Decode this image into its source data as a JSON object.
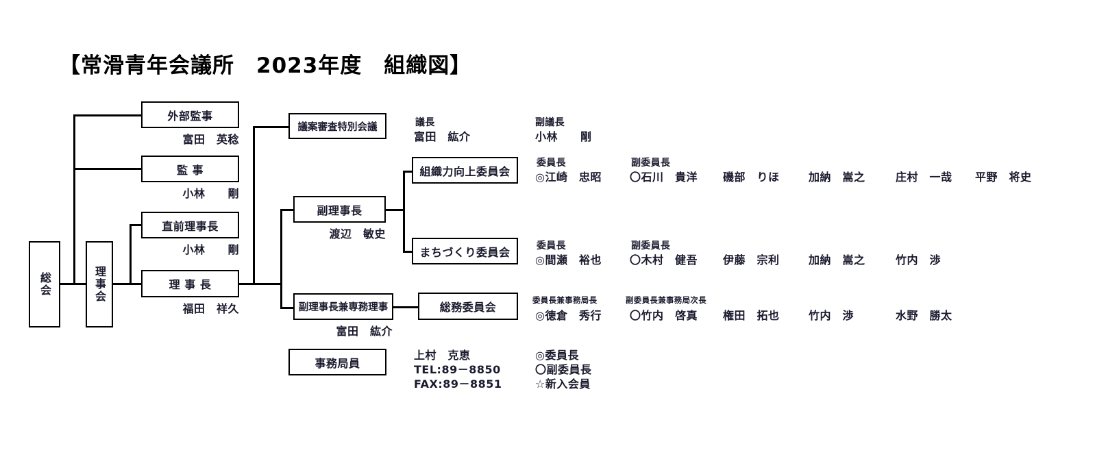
{
  "title": "【常滑青年会議所　2023年度　組織図】",
  "boxes": {
    "general_meeting": "総会",
    "board": "理事会",
    "external_auditor": "外部監事",
    "auditor": "監 事",
    "immediate_past_president": "直前理事長",
    "president": "理 事 長",
    "bill_review_meeting": "議案審査特別会議",
    "vice_president": "副理事長",
    "vice_president_exec": "副理事長兼専務理事",
    "committee_org": "組織力向上委員会",
    "committee_machi": "まちづくり委員会",
    "committee_general_affairs": "総務委員会",
    "secretariat_staff": "事務局員"
  },
  "names": {
    "external_auditor": "富田　英稔",
    "auditor": "小林　　剛",
    "immediate_past_president": "小林　　剛",
    "president": "福田　祥久",
    "vice_president": "渡辺　敏史",
    "vice_president_exec": "富田　紘介"
  },
  "bill_review": {
    "chair_role": "議長",
    "chair_name": "富田　紘介",
    "vice_chair_role": "副議長",
    "vice_chair_name": "小林　　剛"
  },
  "committees": [
    {
      "key": "org",
      "chair_role": "委員長",
      "chair_name": "◎江崎　忠昭",
      "vice_role": "副委員長",
      "vice_name": "〇石川　貴洋",
      "members": [
        "磯部　りほ",
        "加納　嵩之",
        "庄村　一哉",
        "平野　将史"
      ]
    },
    {
      "key": "machi",
      "chair_role": "委員長",
      "chair_name": "◎間瀬　裕也",
      "vice_role": "副委員長",
      "vice_name": "〇木村　健吾",
      "members": [
        "伊藤　宗利",
        "加納　嵩之",
        "竹内　渉"
      ]
    },
    {
      "key": "general",
      "chair_role": "委員長兼事務局長",
      "chair_name": "◎徳倉　秀行",
      "vice_role": "副委員長兼事務局次長",
      "vice_name": "〇竹内　啓真",
      "members": [
        "権田　拓也",
        "竹内　渉",
        "水野　勝太"
      ]
    }
  ],
  "secretariat": {
    "name": "上村　克恵",
    "tel": "TEL:89－8850",
    "fax": "FAX:89－8851"
  },
  "legend": {
    "chair": "◎委員長",
    "vice_chair": "〇副委員長",
    "new_member": "☆新入会員"
  },
  "colors": {
    "line": "#000000",
    "text": "#1a1a2e",
    "background": "#ffffff"
  }
}
